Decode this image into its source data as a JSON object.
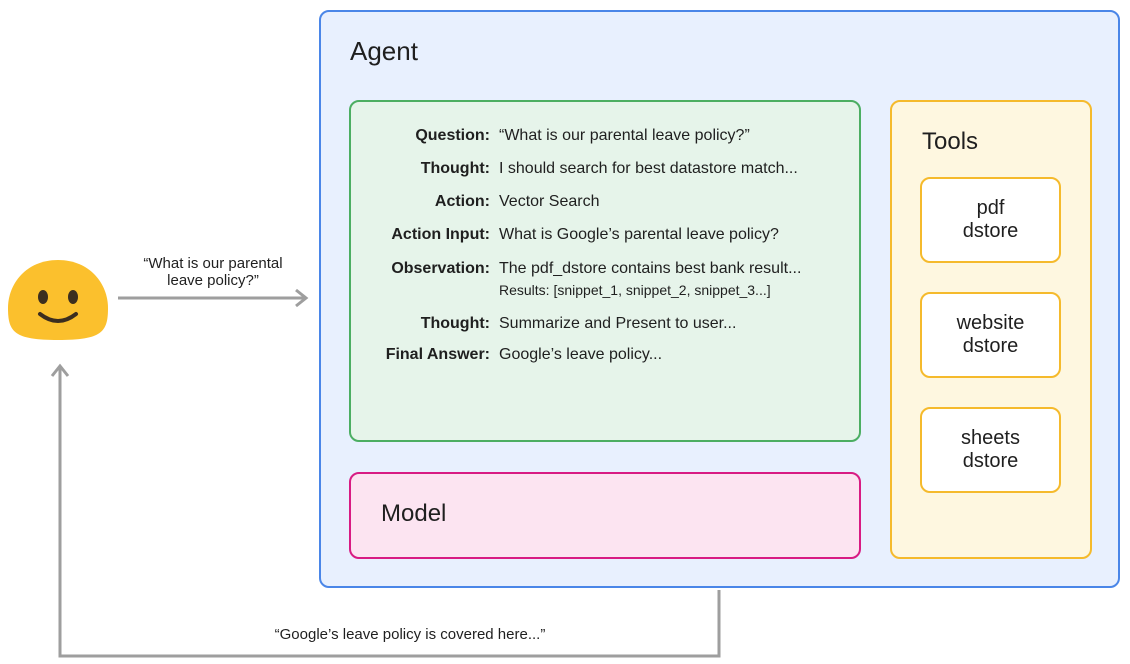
{
  "agent": {
    "title": "Agent"
  },
  "reasoning": {
    "steps": [
      {
        "key": "Question:",
        "value": "“What is our parental leave policy?”"
      },
      {
        "key": "Thought:",
        "value": "I should search for best datastore match..."
      },
      {
        "key": "Action:",
        "value": "Vector Search"
      },
      {
        "key": "Action Input:",
        "value": "What is Google’s parental leave policy?"
      },
      {
        "key": "Observation:",
        "value": "The pdf_dstore contains best bank result...",
        "extra": "Results: [snippet_1, snippet_2, snippet_3...]"
      },
      {
        "key": "Thought:",
        "value": "Summarize and Present to user..."
      },
      {
        "key": "Final Answer:",
        "value": "Google’s leave policy..."
      }
    ]
  },
  "model": {
    "label": "Model"
  },
  "tools": {
    "title": "Tools",
    "items": [
      {
        "line1": "pdf",
        "line2": "dstore"
      },
      {
        "line1": "website",
        "line2": "dstore"
      },
      {
        "line1": "sheets",
        "line2": "dstore"
      }
    ]
  },
  "user": {
    "query_line1": "“What is our parental",
    "query_line2": "leave policy?”",
    "response": "“Google’s leave policy is covered here...”",
    "icon": "smiley-face-icon"
  },
  "colors": {
    "agent": "#4a86e8",
    "reasoning": "#4cae62",
    "model": "#d81b83",
    "tools": "#f5ba2c",
    "arrow": "#9e9e9e",
    "face": "#fbc02d"
  }
}
